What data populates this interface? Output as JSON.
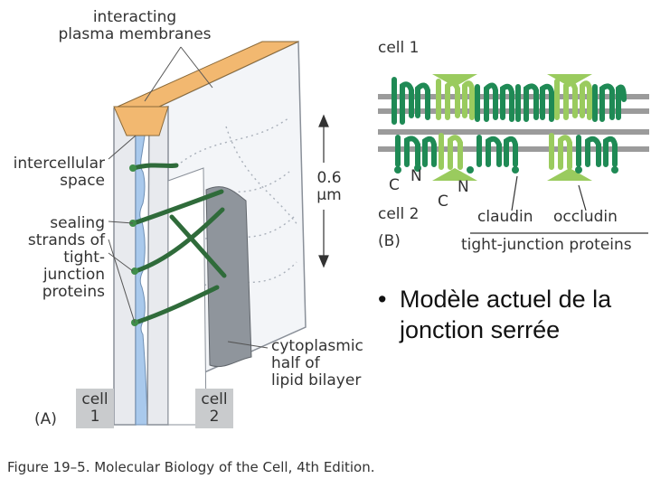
{
  "panel_a": {
    "label": "(A)",
    "membranes_label": [
      "interacting",
      "plasma membranes"
    ],
    "intercellular_label": [
      "intercellular",
      "space"
    ],
    "sealing_label": [
      "sealing",
      "strands of",
      "tight-",
      "junction",
      "proteins"
    ],
    "scale_value": "0.6",
    "scale_unit": "μm",
    "bilayer_label": [
      "cytoplasmic",
      "half of",
      "lipid bilayer"
    ],
    "cell1_label": [
      "cell",
      "1"
    ],
    "cell2_label": [
      "cell",
      "2"
    ]
  },
  "panel_b": {
    "label": "(B)",
    "cell1": "cell 1",
    "cell2": "cell 2",
    "claudin": "claudin",
    "occludin": "occludin",
    "tight_junction": "tight-junction proteins",
    "termini": [
      "C",
      "N",
      "C",
      "N"
    ],
    "colors": {
      "claudin": "#1f8a55",
      "occludin": "#9acb5e",
      "membrane": "#9b9b9b"
    }
  },
  "bullet": {
    "symbol": "•",
    "text": "Modèle actuel de la jonction serrée"
  },
  "caption": "Figure 19–5. Molecular Biology of the Cell, 4th Edition."
}
